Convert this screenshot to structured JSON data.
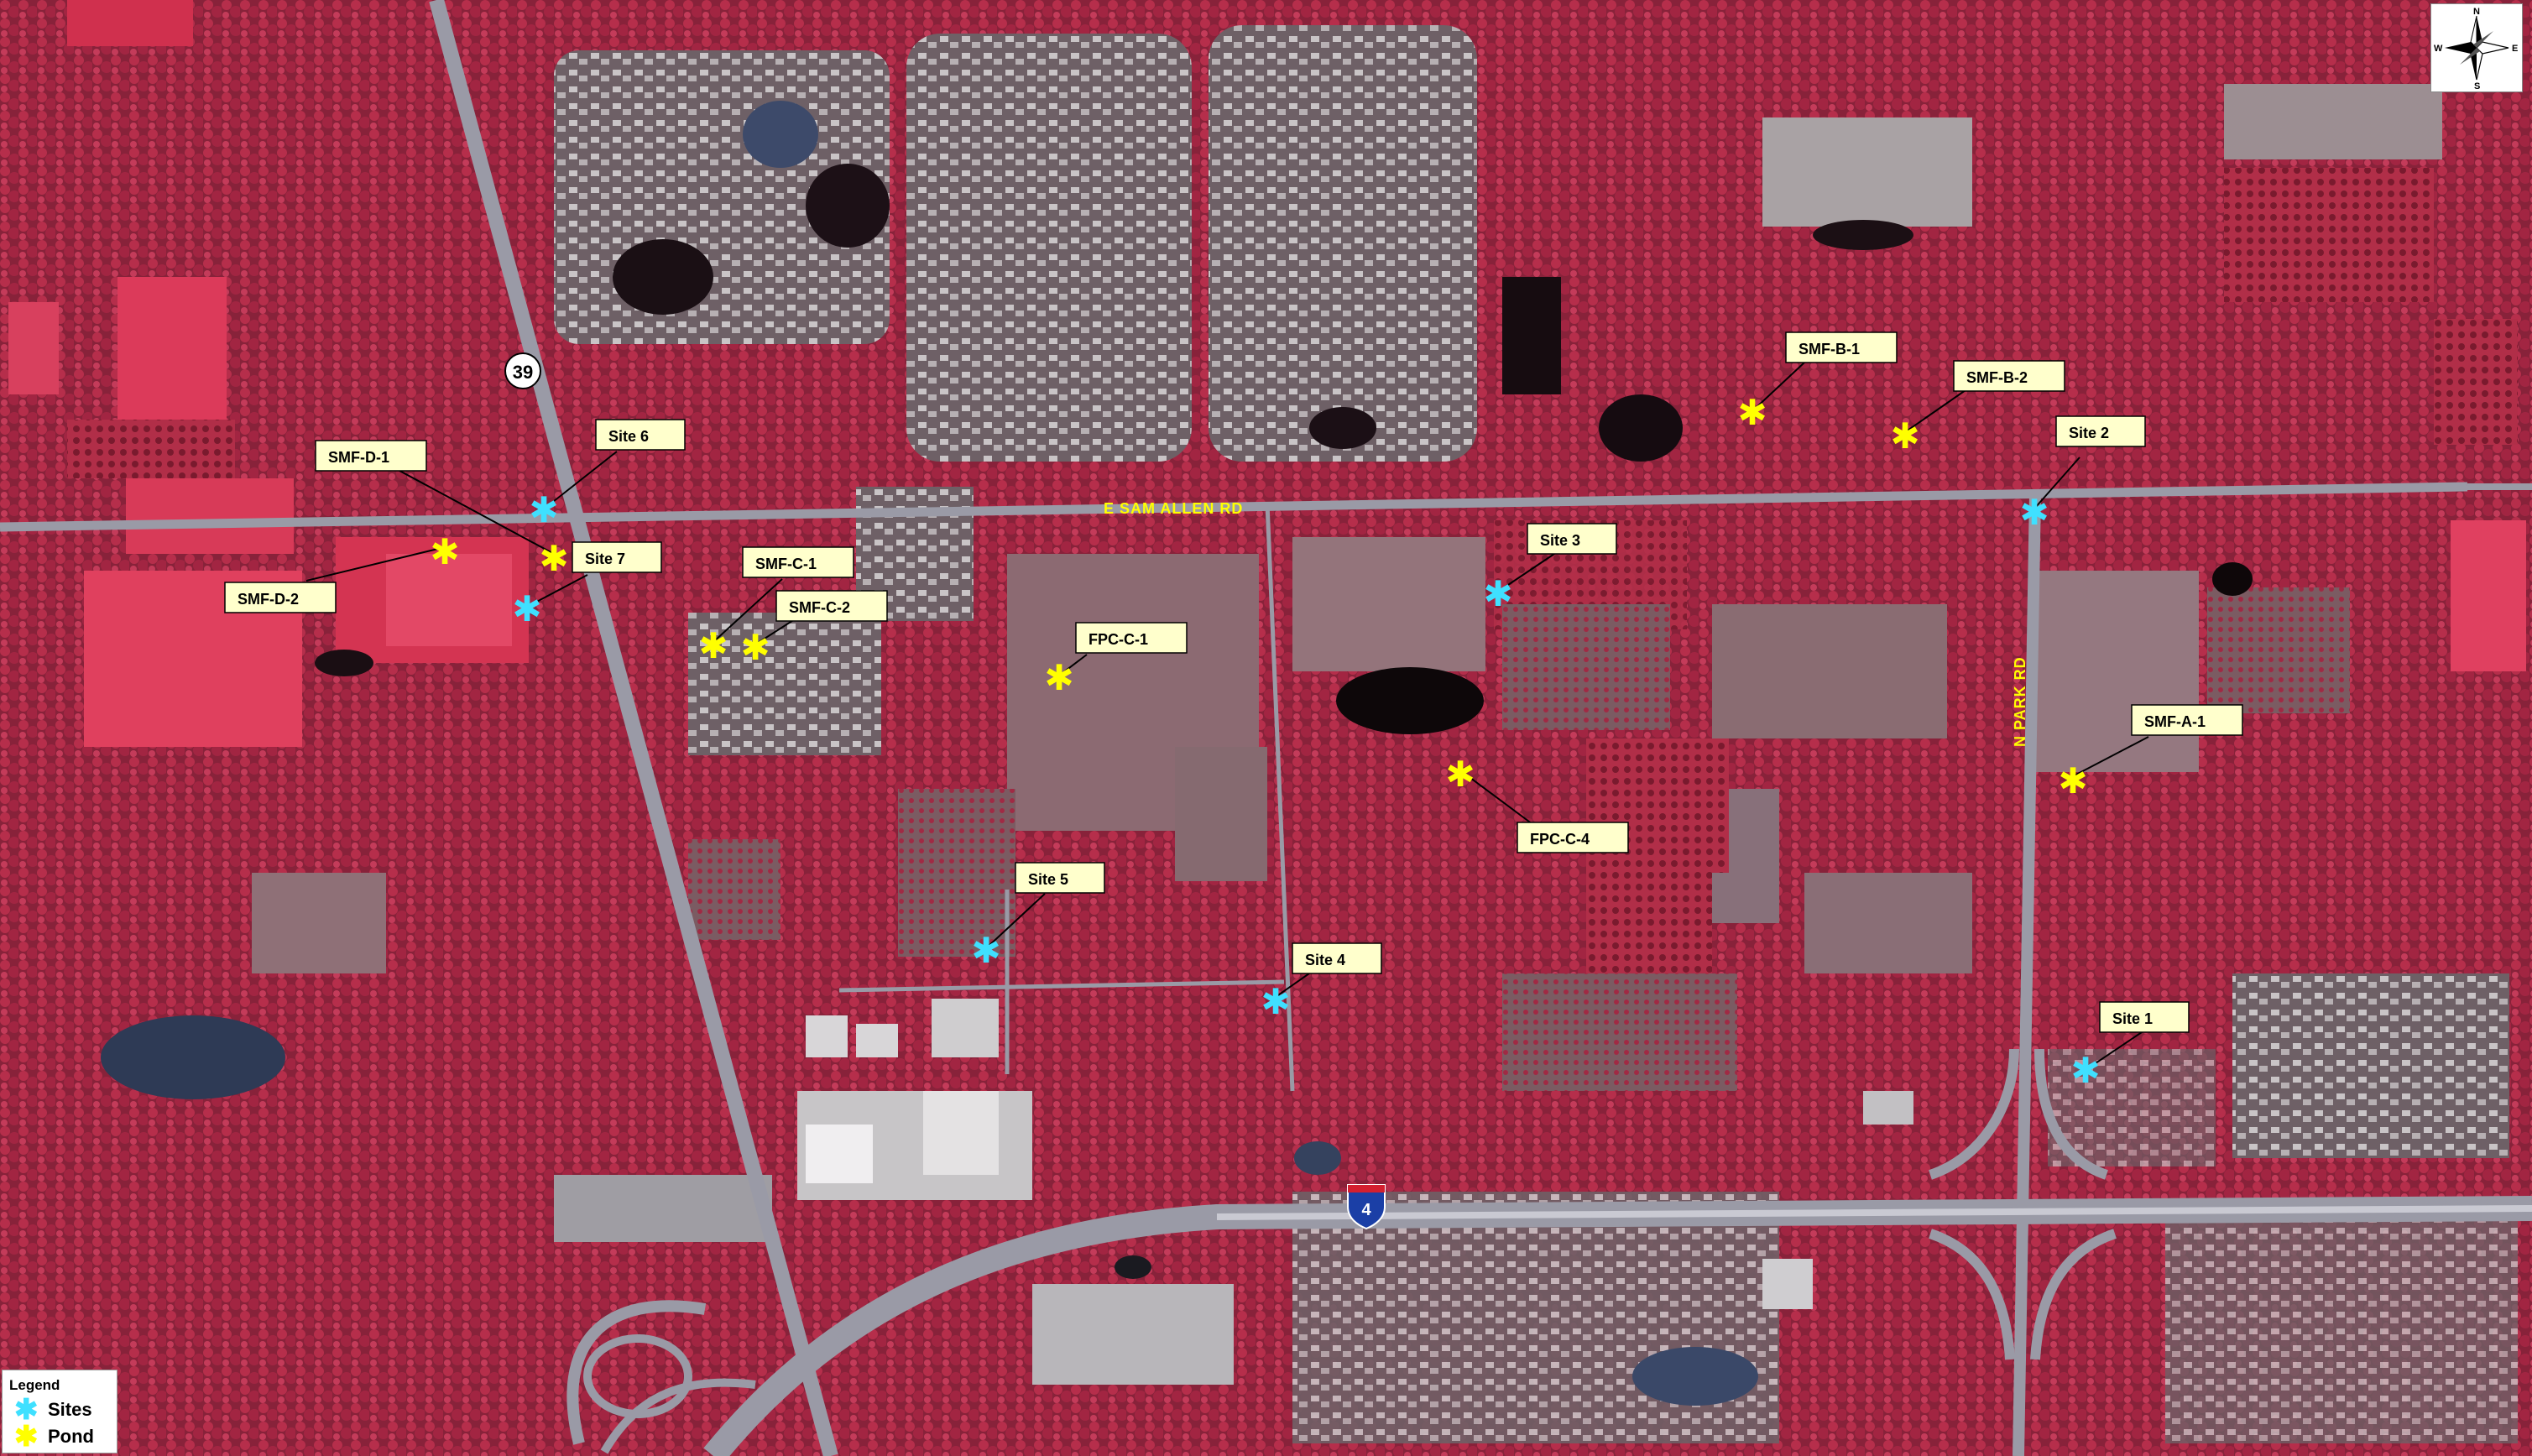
{
  "map": {
    "roads": {
      "e_sam_allen": "E SAM ALLEN RD",
      "n_park": "N PARK RD",
      "route_39": "39",
      "interstate_4": "4"
    },
    "site_markers": [
      {
        "label": "Site 1"
      },
      {
        "label": "Site 2"
      },
      {
        "label": "Site 3"
      },
      {
        "label": "Site 4"
      },
      {
        "label": "Site 5"
      },
      {
        "label": "Site 6"
      },
      {
        "label": "Site 7"
      }
    ],
    "pond_markers": [
      {
        "label": "SMF-A-1"
      },
      {
        "label": "SMF-B-1"
      },
      {
        "label": "SMF-B-2"
      },
      {
        "label": "SMF-C-1"
      },
      {
        "label": "SMF-C-2"
      },
      {
        "label": "SMF-D-1"
      },
      {
        "label": "SMF-D-2"
      },
      {
        "label": "FPC-C-1"
      },
      {
        "label": "FPC-C-4"
      }
    ],
    "colors": {
      "site": "#3fe0ff",
      "pond": "#ffff00",
      "vegetation": "#b0203c",
      "road": "#9a9aa6"
    }
  },
  "legend": {
    "title": "Legend",
    "items": [
      {
        "label": "Sites",
        "color": "#3fe0ff"
      },
      {
        "label": "Pond",
        "color": "#ffff00"
      }
    ]
  },
  "compass": {
    "n": "N",
    "s": "S",
    "e": "E",
    "w": "W"
  }
}
